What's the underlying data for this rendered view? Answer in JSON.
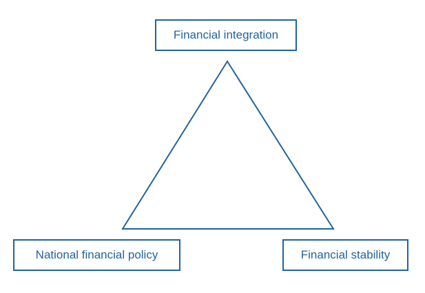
{
  "colors": {
    "stroke": "#1f63a0",
    "text": "#1f63a0",
    "background": "#ffffff"
  },
  "nodes": {
    "top": {
      "label": "Financial integration"
    },
    "left": {
      "label": "National financial policy"
    },
    "right": {
      "label": "Financial stability"
    }
  }
}
